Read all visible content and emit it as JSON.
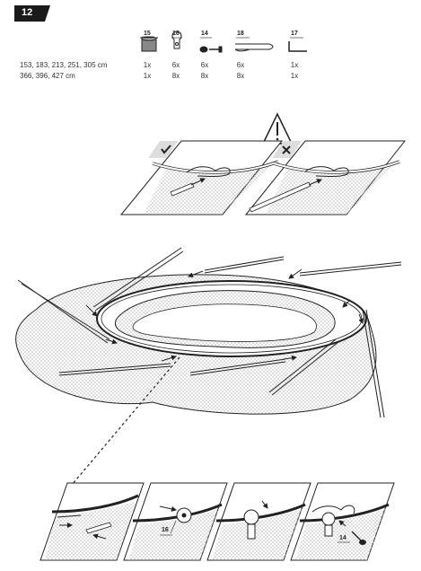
{
  "step": {
    "number": "12"
  },
  "parts": [
    {
      "id": "15",
      "icon": "pole-cap-icon"
    },
    {
      "id": "16",
      "icon": "clip-icon"
    },
    {
      "id": "14",
      "icon": "screw-nut-icon"
    },
    {
      "id": "18",
      "icon": "loop-cord-icon"
    },
    {
      "id": "17",
      "icon": "hex-key-icon"
    }
  ],
  "sizes": [
    {
      "label": "153, 183, 213, 251, 305 cm",
      "qty": [
        "1x",
        "6x",
        "6x",
        "6x",
        "1x"
      ]
    },
    {
      "label": "366, 396, 427 cm",
      "qty": [
        "1x",
        "8x",
        "8x",
        "8x",
        "1x"
      ]
    }
  ],
  "callouts": {
    "clip": "16",
    "screw": "14"
  },
  "colors": {
    "ink": "#222222",
    "hatch": "#bdbdbd",
    "badge": "#1a1a1a"
  }
}
